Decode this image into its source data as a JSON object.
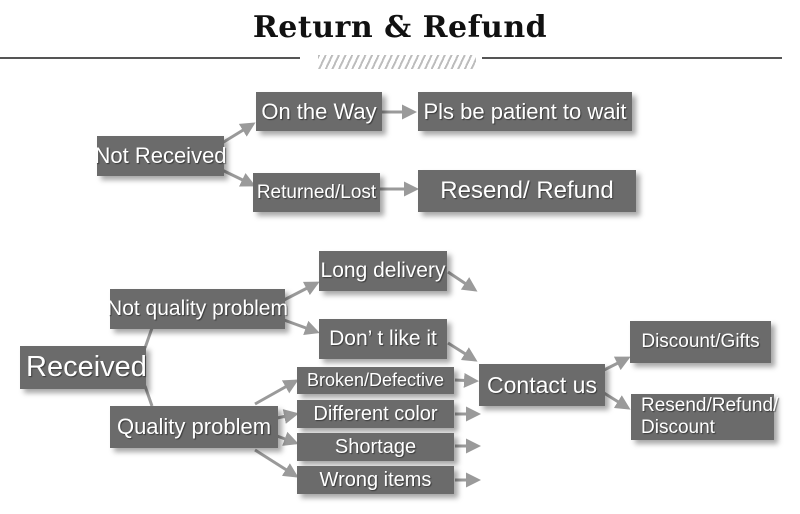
{
  "title": "Return & Refund",
  "nodes": {
    "not_received": "Not Received",
    "on_the_way": "On the Way",
    "be_patient": "Pls be patient to wait",
    "returned_lost": "Returned/Lost",
    "resend_refund": "Resend/ Refund",
    "received": "Received",
    "not_quality": "Not quality problem",
    "long_delivery": "Long delivery",
    "dont_like": "Don’ t like it",
    "quality": "Quality problem",
    "broken": "Broken/Defective",
    "different_color": "Different color",
    "shortage": "Shortage",
    "wrong_items": "Wrong items",
    "contact_us": "Contact us",
    "discount_gifts": "Discount/Gifts",
    "resend_refund_discount": "Resend/Refund/ Discount"
  },
  "colors": {
    "box": "#6b6b6b",
    "arrow": "#9a9a9a",
    "text": "#ffffff"
  }
}
